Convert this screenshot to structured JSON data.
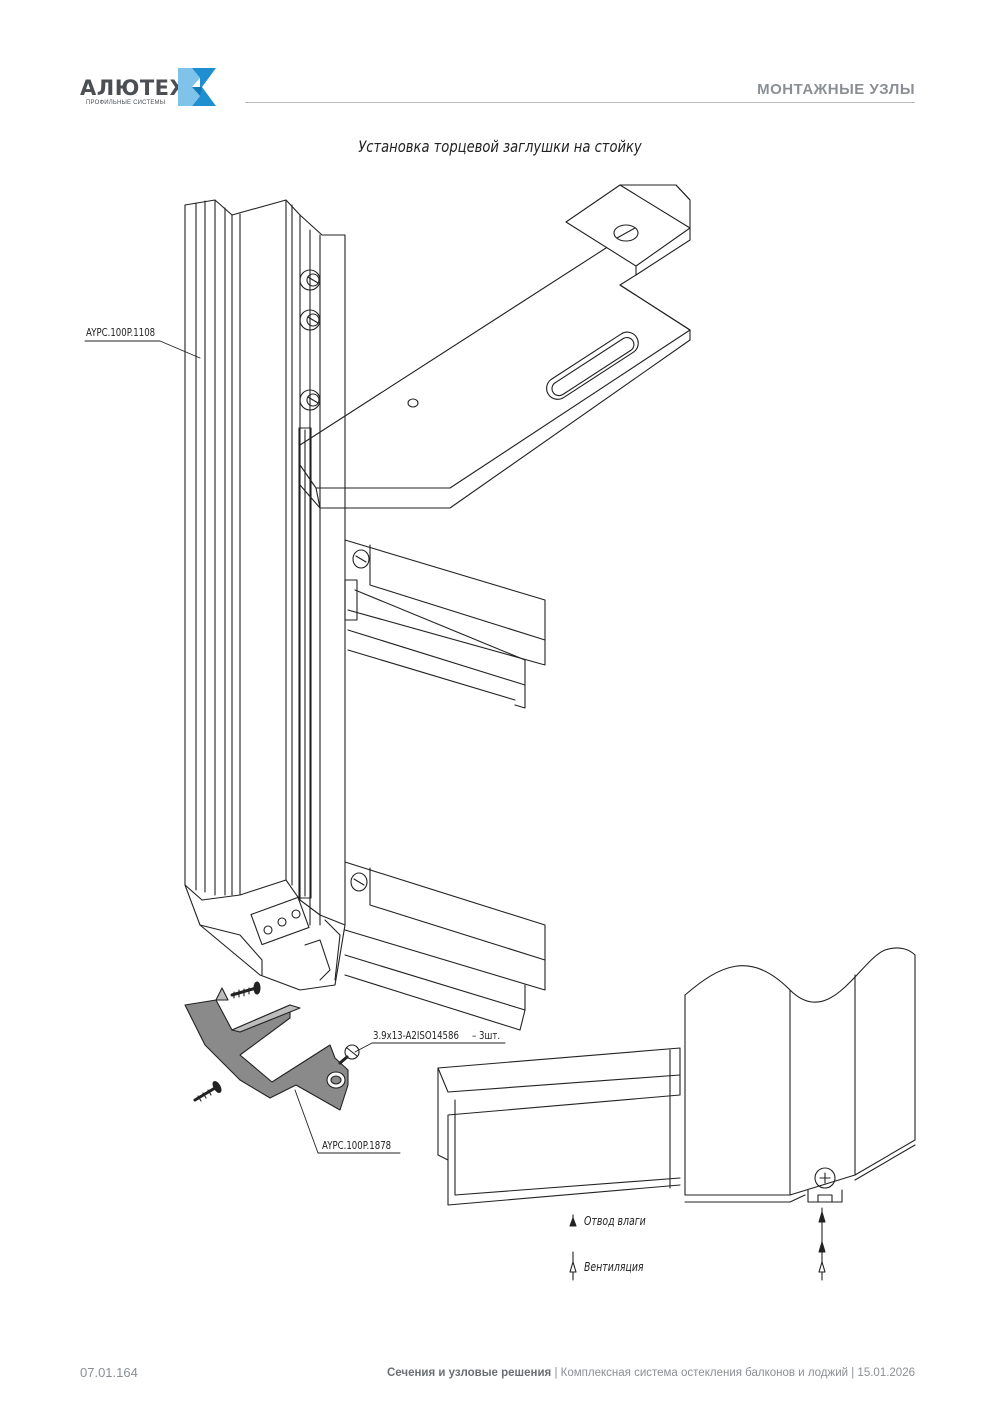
{
  "header": {
    "logo_name": "АЛЮТЕХ",
    "logo_subtitle": "ПРОФИЛЬНЫЕ СИСТЕМЫ",
    "section_title": "МОНТАЖНЫЕ УЗЛЫ"
  },
  "drawing": {
    "title": "Установка торцевой заглушки на стойку",
    "callouts": {
      "profile": "AYPC.100P.1108",
      "screw": "3.9x13-A2ISO14586",
      "screw_qty": "– 3шт.",
      "end_cap": "AYPC.100P.1878"
    },
    "legend": {
      "drainage": "Отвод влаги",
      "ventilation": "Вентиляция"
    }
  },
  "footer": {
    "page_code": "07.01.164",
    "doc_title": "Сечения и узловые решения",
    "doc_rest": " | Комплексная система остекления балконов и лоджий | 15.01.2026"
  },
  "colors": {
    "logo_dark": "#4b4f54",
    "logo_blue": "#1f8fcf",
    "logo_light": "#7fc3ea",
    "part_gray": "#8a8a8a"
  }
}
